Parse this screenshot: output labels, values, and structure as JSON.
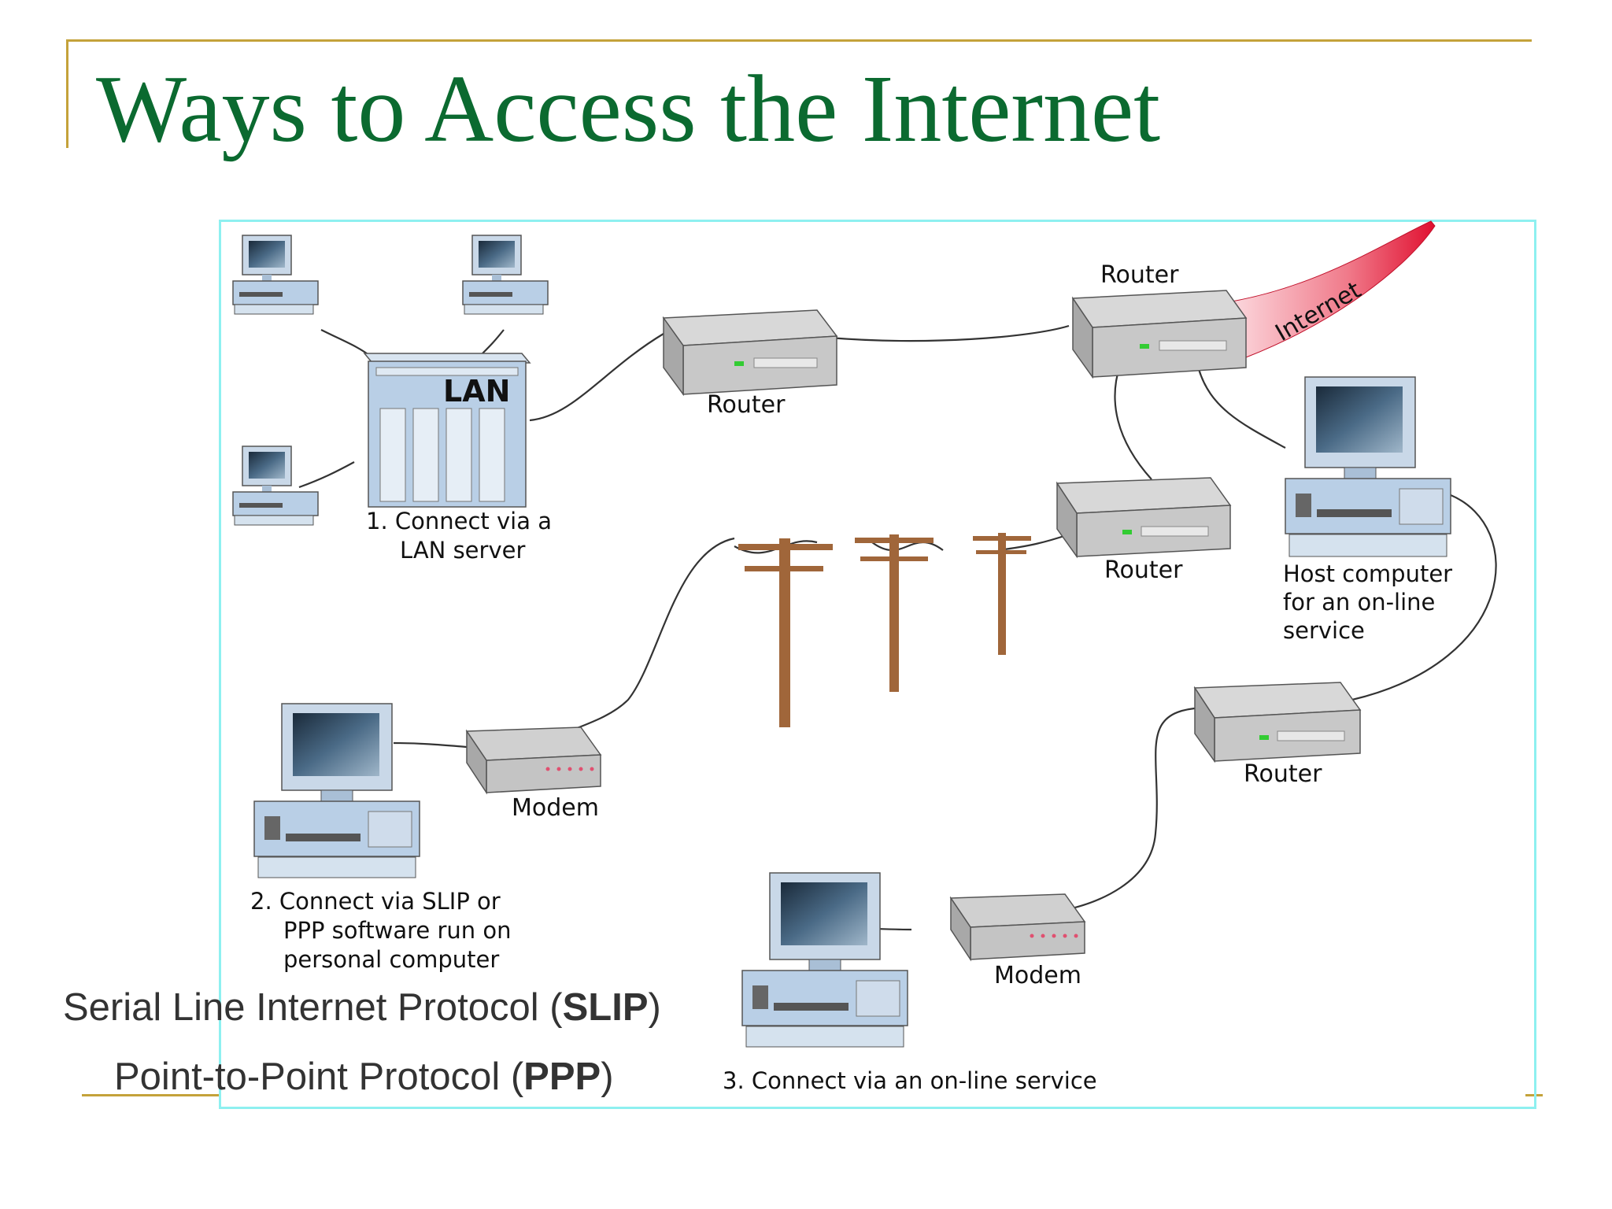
{
  "slide": {
    "title": "Ways to Access the Internet",
    "caption_slip": {
      "text": "Serial Line Internet Protocol (",
      "abbr": "SLIP",
      "close": ")"
    },
    "caption_ppp": {
      "text": "Point-to-Point Protocol (",
      "abbr": "PPP",
      "close": ")"
    }
  },
  "diagram": {
    "lan_label": "LAN",
    "router_label": "Router",
    "modem_label": "Modem",
    "internet_label": "Internet",
    "option1": [
      "1. Connect via a",
      "LAN server"
    ],
    "option2": [
      "2. Connect via SLIP or",
      "PPP software run on",
      "personal computer"
    ],
    "option3": "3. Connect via an on-line service",
    "host": [
      "Host computer",
      "for an on-line",
      "service"
    ]
  },
  "colors": {
    "title": "#0b6a30",
    "frame_accent": "#c4a23a",
    "diagram_border": "#8ef0f0",
    "internet_arc": "#e8283c",
    "pole": "#a0663a",
    "device_blue": "#b9cfe6"
  }
}
